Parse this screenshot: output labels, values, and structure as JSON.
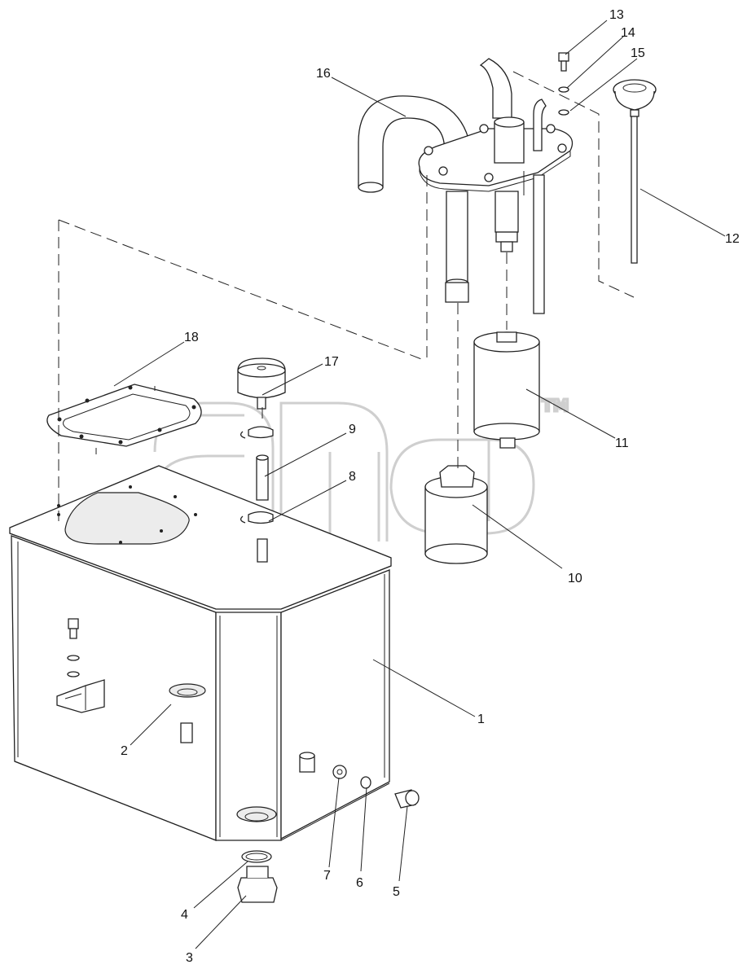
{
  "watermark": {
    "tm": "TM"
  },
  "callouts": [
    {
      "id": "1",
      "text": "1"
    },
    {
      "id": "2",
      "text": "2"
    },
    {
      "id": "3",
      "text": "3"
    },
    {
      "id": "4",
      "text": "4"
    },
    {
      "id": "5",
      "text": "5"
    },
    {
      "id": "6",
      "text": "6"
    },
    {
      "id": "7",
      "text": "7"
    },
    {
      "id": "8",
      "text": "8"
    },
    {
      "id": "9",
      "text": "9"
    },
    {
      "id": "10",
      "text": "10"
    },
    {
      "id": "11",
      "text": "11"
    },
    {
      "id": "12",
      "text": "12"
    },
    {
      "id": "13",
      "text": "13"
    },
    {
      "id": "14",
      "text": "14"
    },
    {
      "id": "15",
      "text": "15"
    },
    {
      "id": "16",
      "text": "16"
    },
    {
      "id": "17",
      "text": "17"
    },
    {
      "id": "18",
      "text": "18"
    }
  ]
}
